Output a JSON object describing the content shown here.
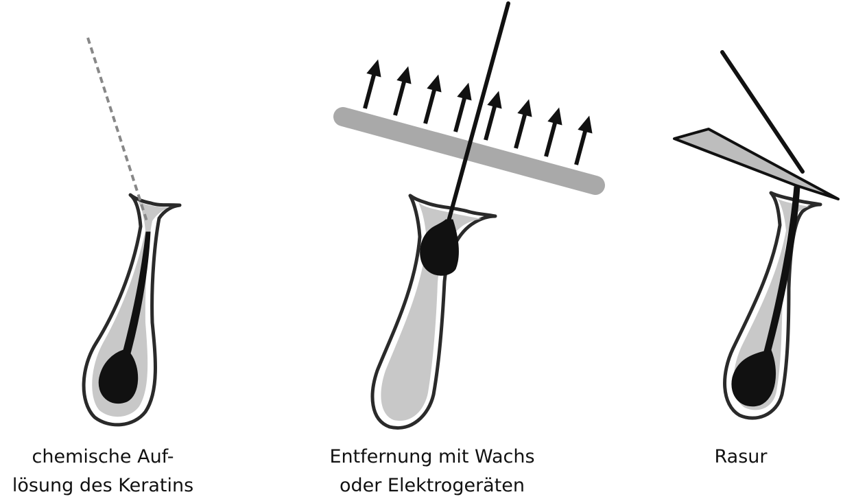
{
  "panels": [
    {
      "id": "chemical",
      "caption_lines": [
        "chemische Auf-",
        "lösung des Keratins"
      ]
    },
    {
      "id": "wax",
      "caption_lines": [
        "Entfernung mit Wachs",
        "oder Elektrogeräten"
      ]
    },
    {
      "id": "shave",
      "caption_lines": [
        "Rasur"
      ]
    }
  ],
  "colors": {
    "outline": "#2a2a2a",
    "follicle_fill": "#c8c8c8",
    "hair": "#111111",
    "dissolved_hair": "#888888",
    "wax_strip": "#a9a9a9",
    "blade_fill": "#bdbdbd",
    "arrow": "#111111"
  }
}
